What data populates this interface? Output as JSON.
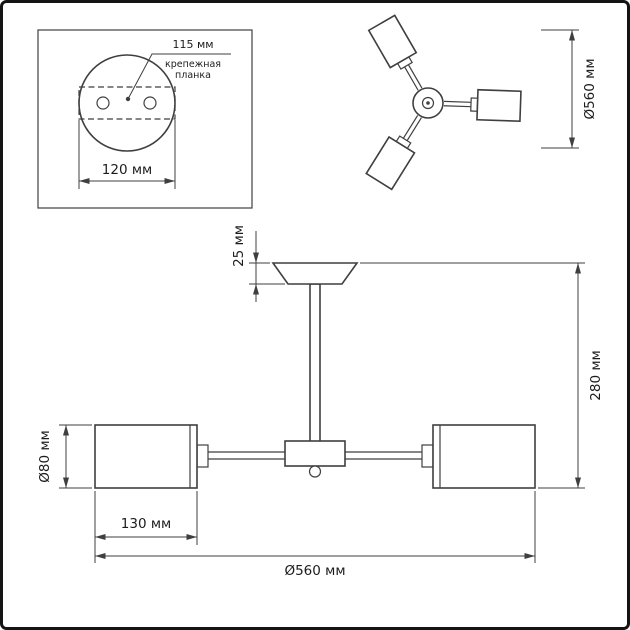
{
  "figure": {
    "background": "#ffffff",
    "frame_color": "#141414",
    "line_color": "#3f3f3f",
    "text_color": "#1c1c1c"
  },
  "mount_detail": {
    "hole_spacing_label": "115 мм",
    "bracket_label_line1": "крепежная",
    "bracket_label_line2": "планка",
    "plate_width_label": "120 мм"
  },
  "top_view": {
    "diameter_label": "Ø560 мм"
  },
  "side_view": {
    "canopy_height_label": "25 мм",
    "total_height_label": "280 мм",
    "shade_diameter_label": "Ø80 мм",
    "shade_length_label": "130 мм",
    "total_diameter_label": "Ø560 мм"
  }
}
